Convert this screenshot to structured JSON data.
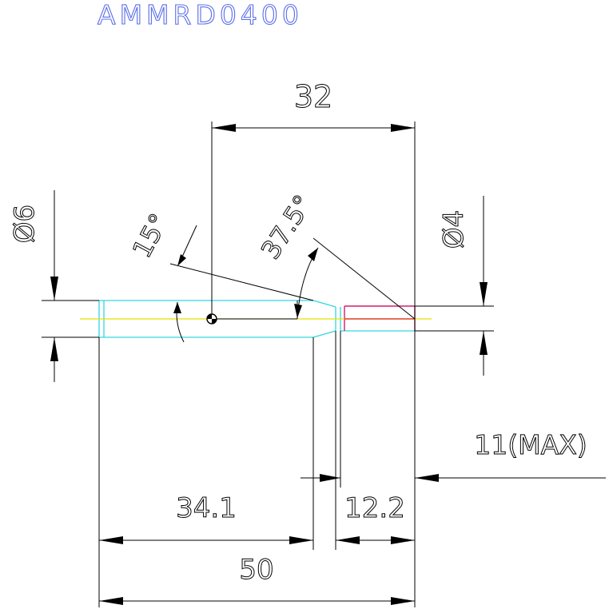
{
  "drawing": {
    "part_number": "AMMRD0400",
    "dim_32": "32",
    "dim_dia6": "Ø6",
    "dim_dia4": "Ø4",
    "angle_15": "15°",
    "angle_37_5": "37.5°",
    "dim_11max": "11(MAX)",
    "dim_34_1": "34.1",
    "dim_12_2": "12.2",
    "dim_50": "50"
  },
  "colors": {
    "title": "#5a6ee8",
    "text": "#000000",
    "body_outline": "#33d6e0",
    "tip_outline": "#d0206a",
    "centerline": "#e8e000",
    "axis_red": "#e01818"
  }
}
